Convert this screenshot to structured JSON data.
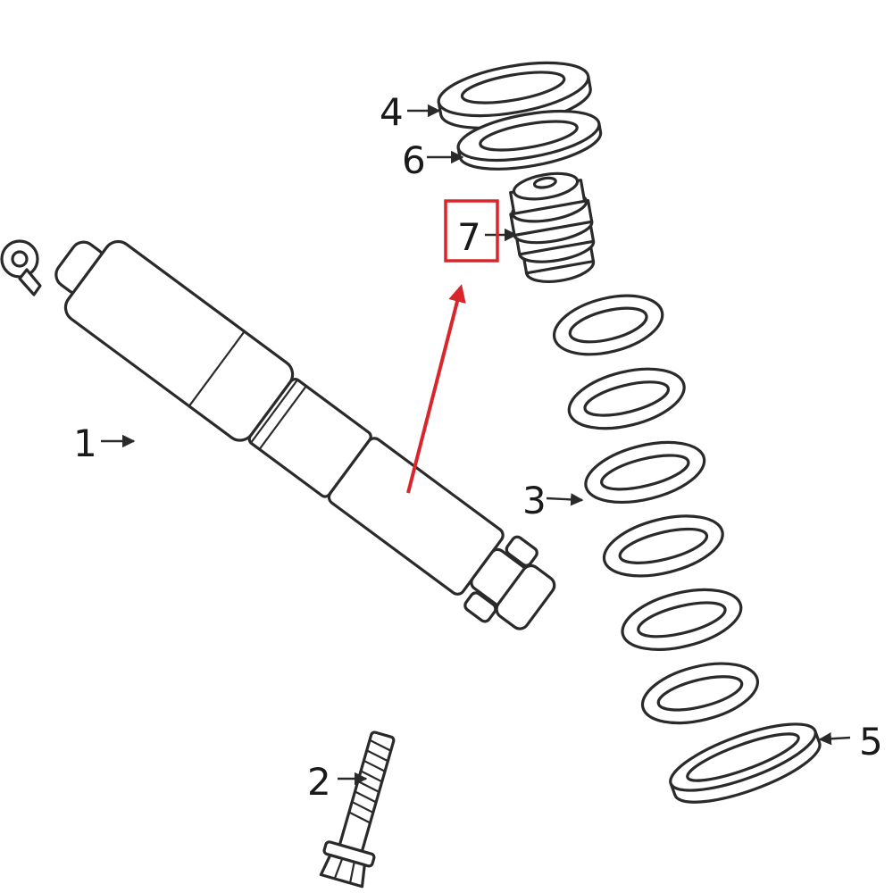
{
  "callouts": {
    "c1": "1",
    "c2": "2",
    "c3": "3",
    "c4": "4",
    "c5": "5",
    "c6": "6",
    "c7": "7"
  },
  "highlight": {
    "target": "7",
    "color": "#d9262b"
  }
}
